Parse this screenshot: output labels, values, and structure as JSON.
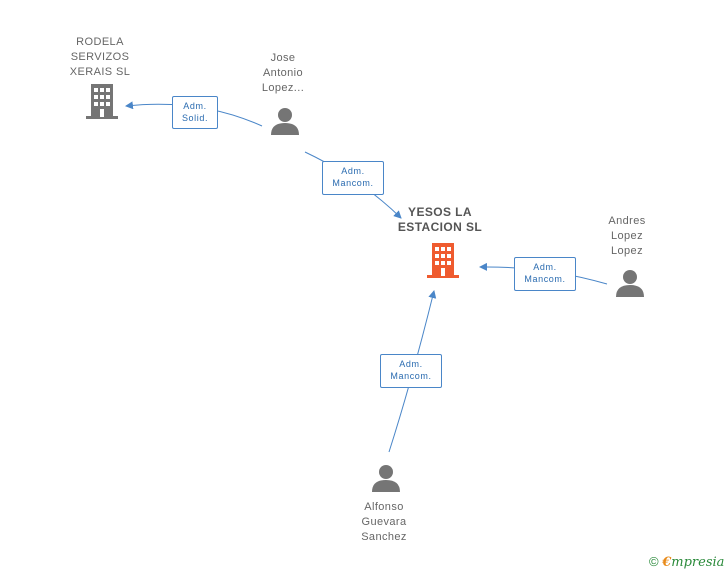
{
  "colors": {
    "edge": "#4a86c8",
    "person": "#757575",
    "company": "#757575",
    "main_company": "#ef5b2f"
  },
  "nodes": {
    "rodela": {
      "label_lines": [
        "RODELA",
        "SERVIZOS",
        "XERAIS SL"
      ],
      "icon": "building-icon"
    },
    "jose": {
      "label_lines": [
        "Jose",
        "Antonio",
        "Lopez..."
      ],
      "icon": "person-icon"
    },
    "yesos": {
      "label_lines": [
        "YESOS LA",
        "ESTACION SL"
      ],
      "icon": "building-icon"
    },
    "andres": {
      "label_lines": [
        "Andres",
        "Lopez",
        "Lopez"
      ],
      "icon": "person-icon"
    },
    "alfonso": {
      "label_lines": [
        "Alfonso",
        "Guevara",
        "Sanchez"
      ],
      "icon": "person-icon"
    }
  },
  "edges": {
    "jose_rodela": {
      "lines": [
        "Adm.",
        "Solid."
      ]
    },
    "jose_yesos": {
      "lines": [
        "Adm.",
        "Mancom."
      ]
    },
    "andres_yesos": {
      "lines": [
        "Adm.",
        "Mancom."
      ]
    },
    "alfonso_yesos": {
      "lines": [
        "Adm.",
        "Mancom."
      ]
    }
  },
  "watermark": {
    "copyright": "©",
    "brand_first": "€",
    "brand_rest": "mpresia"
  }
}
